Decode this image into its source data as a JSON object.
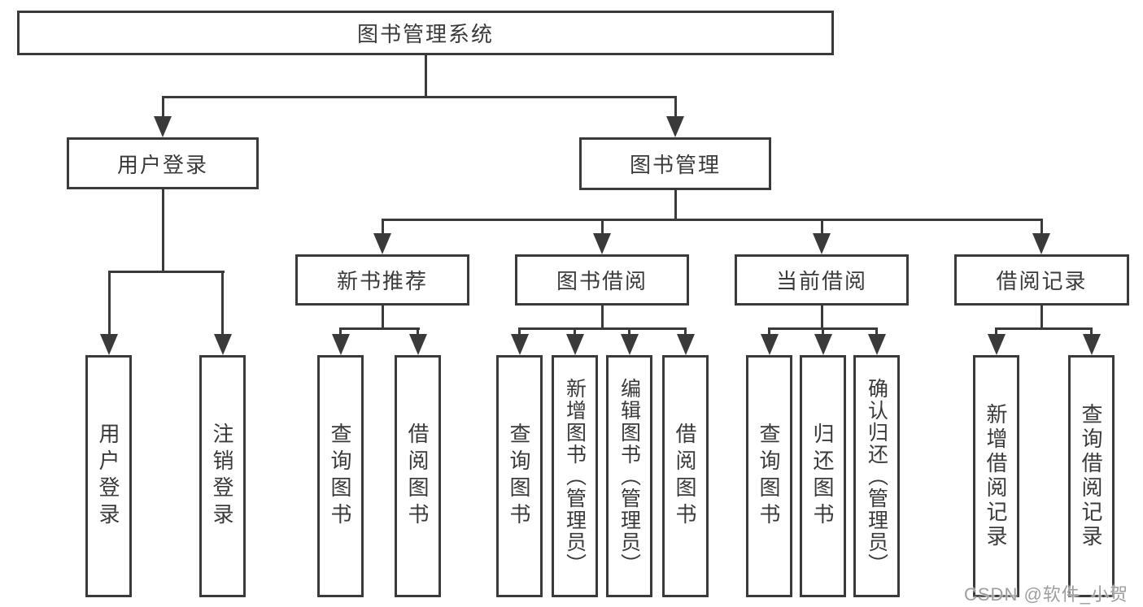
{
  "diagram": {
    "type": "tree-diagram",
    "title": "图书管理系统",
    "structure": {
      "root": "图书管理系统",
      "children": [
        {
          "name": "用户登录",
          "children": [
            "用户登录",
            "注销登录"
          ]
        },
        {
          "name": "图书管理",
          "children": [
            {
              "name": "新书推荐",
              "children": [
                "查询图书",
                "借阅图书"
              ]
            },
            {
              "name": "图书借阅",
              "children": [
                "查询图书",
                "新增图书（管理员）",
                "编辑图书（管理员）",
                "借阅图书"
              ]
            },
            {
              "name": "当前借阅",
              "children": [
                "查询图书",
                "归还图书",
                "确认归还（管理员）"
              ]
            },
            {
              "name": "借阅记录",
              "children": [
                "新增借阅记录",
                "查询借阅记录"
              ]
            }
          ]
        }
      ]
    }
  },
  "nodes": {
    "root": "图书管理系统",
    "user_login": "用户登录",
    "book_mgmt": "图书管理",
    "new_book_rec": "新书推荐",
    "book_borrow": "图书借阅",
    "current_borrow": "当前借阅",
    "borrow_record": "借阅记录"
  },
  "leaves": {
    "user_login": "用户登录",
    "logout": "注销登录",
    "rec_query_book": "查询图书",
    "rec_borrow_book": "借阅图书",
    "bb_query_book": "查询图书",
    "bb_add_book": "新增图书（管理员）",
    "bb_edit_book": "编辑图书（管理员）",
    "bb_borrow_book": "借阅图书",
    "cb_query_book": "查询图书",
    "cb_return_book": "归还图书",
    "cb_confirm_return": "确认归还（管理员）",
    "br_add_record": "新增借阅记录",
    "br_query_record": "查询借阅记录"
  },
  "watermark": "CSDN @软件_小贺同学",
  "colors": {
    "line": "#3a3a3a",
    "box_background": "#ffffff",
    "watermark": "#9e9e9e"
  }
}
